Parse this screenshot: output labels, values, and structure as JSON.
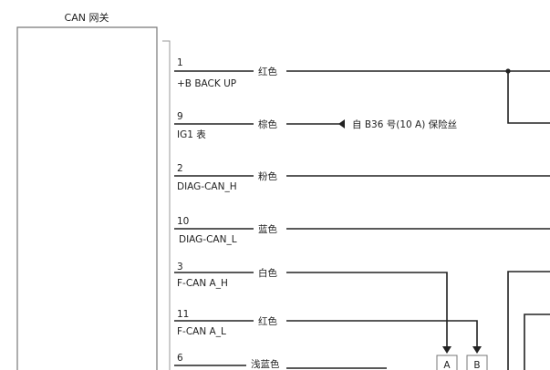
{
  "module": {
    "title": "CAN 网关"
  },
  "pins": [
    {
      "number": "1",
      "label": "+B BACK UP",
      "wire_color": "红色"
    },
    {
      "number": "9",
      "label": "IG1 表",
      "wire_color": "棕色"
    },
    {
      "number": "2",
      "label": "DIAG-CAN_H",
      "wire_color": "粉色"
    },
    {
      "number": "10",
      "label": "DIAG-CAN_L",
      "wire_color": "蓝色"
    },
    {
      "number": "3",
      "label": "F-CAN A_H",
      "wire_color": "白色"
    },
    {
      "number": "11",
      "label": "F-CAN A_L",
      "wire_color": "红色"
    },
    {
      "number": "6",
      "label": "",
      "wire_color": "浅蓝色"
    }
  ],
  "annotations": {
    "fuse_source": "自 B36 号(10 A) 保险丝"
  },
  "connectors": [
    {
      "label": "A"
    },
    {
      "label": "B"
    }
  ],
  "colors": {
    "line": "#222222",
    "box_border": "#777777"
  }
}
